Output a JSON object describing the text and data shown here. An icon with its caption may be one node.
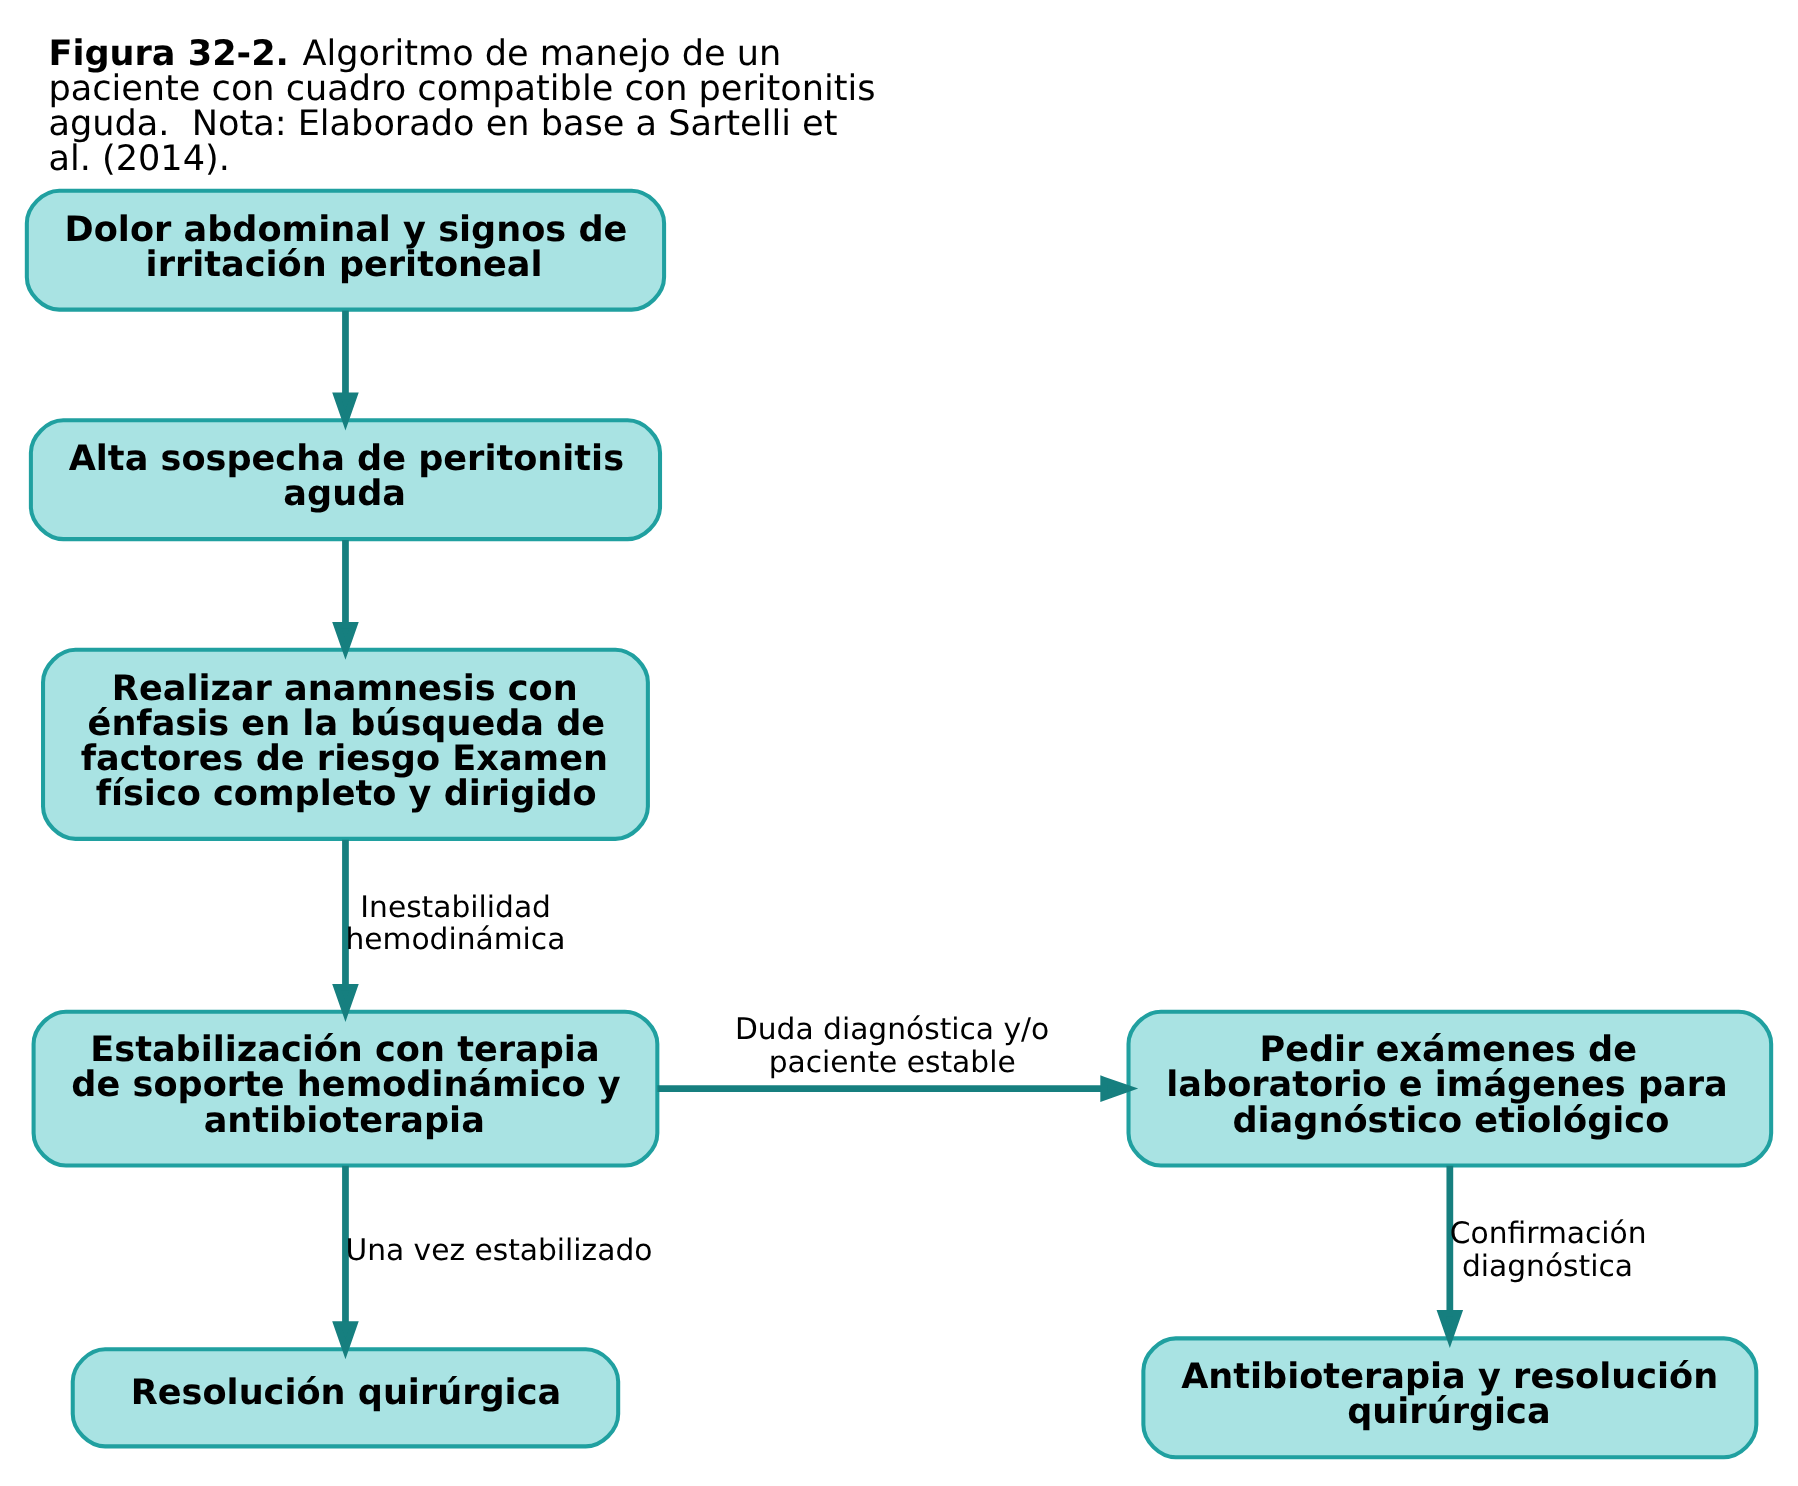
{
  "diagram": {
    "caption": "**Figura 32-2.** Algoritmo de manejo de un paciente con cuadro compatible con peritonitis aguda.  Nota: Elaborado en base a Sartelli et al. (2014).",
    "nodes": [
      {
        "text": [
          "Dolor abdominal y signos de irritación peritoneal"
        ]
      },
      {
        "text": [
          "Alta sospecha de peritonitis aguda"
        ]
      },
      {
        "text": [
          "Realizar anamnesis con énfasis en la búsqueda de factores de riesgo Examen físico completo y dirigido"
        ]
      },
      {
        "text": [
          "Estabilización con terapia de soporte hemodinámico y antibioterapia"
        ]
      },
      {
        "text": [
          "Pedir exámenes de laboratorio e imágenes para diagnóstico etiológico"
        ]
      },
      {
        "text": [
          "Antibioterapia y resolución quirúrgica"
        ]
      },
      {
        "text": [
          "Resolución quirúrgica"
        ]
      }
    ],
    "edges": [
      {
        "from": 0,
        "to": 1,
        "arrow": "to"
      },
      {
        "from": 1,
        "to": 2,
        "arrow": "to"
      },
      {
        "from": 2,
        "to": 3,
        "arrow": "to",
        "label": "Inestabilidad hemodinámica"
      },
      {
        "from": 3,
        "to": 4,
        "arrow": "to",
        "label": "Duda diagnóstica y/o paciente estable"
      },
      {
        "from": 4,
        "to": 5,
        "arrow": "to",
        "label": "Confirmación diagnóstica"
      },
      {
        "from": 3,
        "to": 6,
        "arrow": "to",
        "label": "Una vez estabilizado"
      }
    ]
  }
}
